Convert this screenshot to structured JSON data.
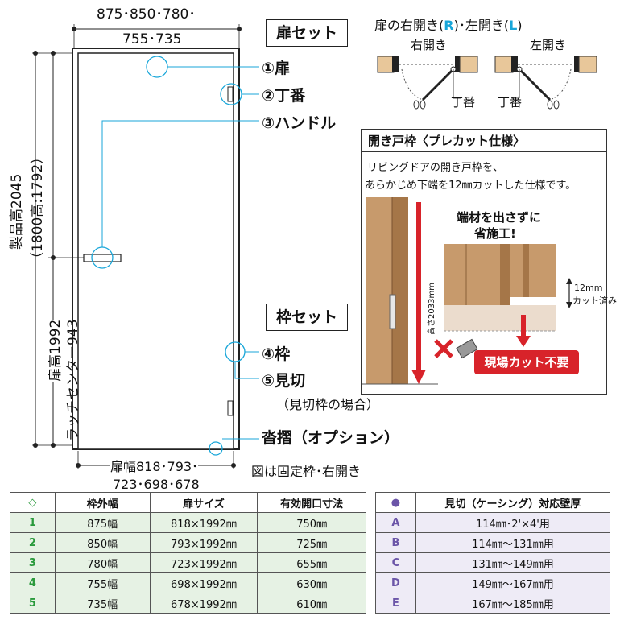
{
  "top_width_line1": "875･850･780･",
  "top_width_line2": "755･735",
  "door_set_label": "扉セット",
  "frame_set_label": "枠セット",
  "parts": {
    "p1": "①扉",
    "p2": "②丁番",
    "p3": "③ハンドル",
    "p4": "④枠",
    "p5": "⑤見切",
    "p5_note": "（見切枠の場合）",
    "threshold": "沓摺（オプション）"
  },
  "vertical_product_height": "製品高2045",
  "vertical_1800": "（1800高:1792）",
  "vertical_door_height": "扉高1992",
  "vertical_latch": "ラッチセンター943",
  "bottom_width_line1": "扉幅818･793･",
  "bottom_width_line2": "723･698･678",
  "figure_note": "図は固定枠･右開き",
  "swing": {
    "title_pre": "扉の右開き(",
    "title_r": "R",
    "title_mid": ")･左開き(",
    "title_l": "L",
    "title_post": ")",
    "right_label": "右開き",
    "left_label": "左開き",
    "hinge_right": "丁番",
    "hinge_left": "丁番"
  },
  "inset": {
    "title": "開き戸枠〈プレカット仕様〉",
    "desc_line1": "リビングドアの開き戸枠を、",
    "desc_line2": "あらかじめ下端を12㎜カットした仕様です。",
    "height_label": "高さ2033mm",
    "no_scrap_line1": "端材を出さずに",
    "no_scrap_line2": "省施工!",
    "cut_line1": "12mm",
    "cut_line2": "カット済み",
    "badge": "現場カット不要"
  },
  "colors": {
    "green_accent": "#2a9a3c",
    "purple_accent": "#6b55a8",
    "blue_accent": "#18a6d9",
    "red_badge": "#d8232a",
    "wood": "#b98a5e"
  },
  "table_left": {
    "headers": [
      "◇",
      "枠外幅",
      "扉サイズ",
      "有効開口寸法"
    ],
    "rows": [
      [
        "1",
        "875幅",
        "818×1992㎜",
        "750㎜"
      ],
      [
        "2",
        "850幅",
        "793×1992㎜",
        "725㎜"
      ],
      [
        "3",
        "780幅",
        "723×1992㎜",
        "655㎜"
      ],
      [
        "4",
        "755幅",
        "698×1992㎜",
        "630㎜"
      ],
      [
        "5",
        "735幅",
        "678×1992㎜",
        "610㎜"
      ]
    ]
  },
  "table_right": {
    "headers": [
      "●",
      "見切（ケーシング）対応壁厚"
    ],
    "rows": [
      [
        "A",
        "114㎜･2'×4'用"
      ],
      [
        "B",
        "114㎜〜131㎜用"
      ],
      [
        "C",
        "131㎜〜149㎜用"
      ],
      [
        "D",
        "149㎜〜167㎜用"
      ],
      [
        "E",
        "167㎜〜185㎜用"
      ]
    ]
  }
}
